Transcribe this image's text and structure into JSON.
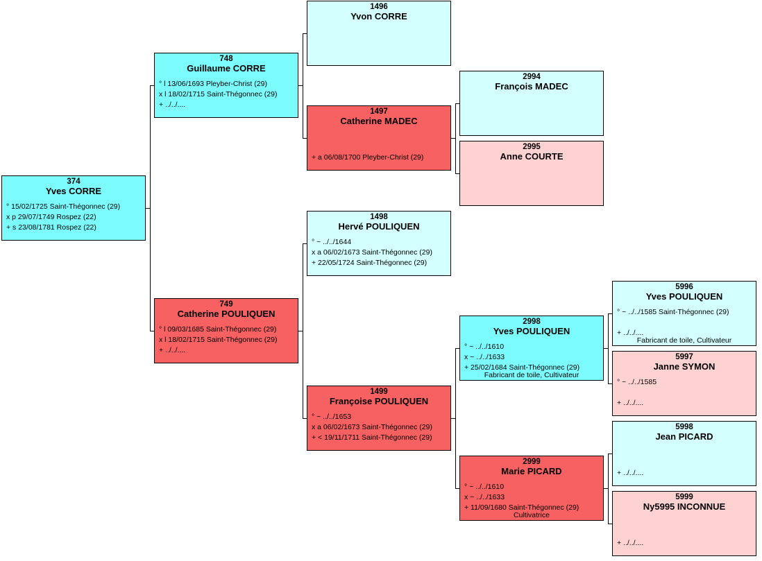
{
  "colors": {
    "male_main": "#7cfbfd",
    "male_light": "#d3ffff",
    "female_main": "#f86161",
    "female_light": "#ffd2d2",
    "border": "#000000",
    "connector": "#000000"
  },
  "people": [
    {
      "id": "p374",
      "num": "374",
      "name": "Yves CORRE",
      "color": "male_main",
      "lines": [
        "° 15/02/1725 Saint-Thégonnec (29)",
        "x p 29/07/1749 Rospez (22)",
        "+ s 23/08/1781 Rospez (22)"
      ]
    },
    {
      "id": "p748",
      "num": "748",
      "name": "Guillaume CORRE",
      "color": "male_main",
      "lines": [
        "° l 13/06/1693 Pleyber-Christ (29)",
        "x l 18/02/1715 Saint-Thégonnec (29)",
        "+ ../../...."
      ]
    },
    {
      "id": "p749",
      "num": "749",
      "name": "Catherine POULIQUEN",
      "color": "female_main",
      "lines": [
        "° l 09/03/1685 Saint-Thégonnec (29)",
        "x l 18/02/1715 Saint-Thégonnec (29)",
        "+ ../../...."
      ]
    },
    {
      "id": "p1496",
      "num": "1496",
      "name": "Yvon CORRE",
      "color": "male_light",
      "lines": []
    },
    {
      "id": "p1497",
      "num": "1497",
      "name": "Catherine MADEC",
      "color": "female_main",
      "lines": [
        "",
        "",
        "+ a 06/08/1700 Pleyber-Christ (29)"
      ]
    },
    {
      "id": "p1498",
      "num": "1498",
      "name": "Hervé POULIQUEN",
      "color": "male_light",
      "lines": [
        "° ~ ../../1644",
        "x a 06/02/1673 Saint-Thégonnec (29)",
        "+ 22/05/1724 Saint-Thégonnec (29)"
      ]
    },
    {
      "id": "p1499",
      "num": "1499",
      "name": "Françoise POULIQUEN",
      "color": "female_main",
      "lines": [
        "° ~ ../../1653",
        "x a 06/02/1673 Saint-Thégonnec (29)",
        "+ < 19/11/1711 Saint-Thégonnec (29)"
      ]
    },
    {
      "id": "p2994",
      "num": "2994",
      "name": "François MADEC",
      "color": "male_light",
      "lines": []
    },
    {
      "id": "p2995",
      "num": "2995",
      "name": "Anne COURTE",
      "color": "female_light",
      "lines": []
    },
    {
      "id": "p2998",
      "num": "2998",
      "name": "Yves POULIQUEN",
      "color": "male_main",
      "lines": [
        "° ~ ../../1610",
        "x ~ ../../1633",
        "+ 25/02/1684 Saint-Thégonnec (29)"
      ],
      "occupation": "Fabricant de toile, Cultivateur"
    },
    {
      "id": "p2999",
      "num": "2999",
      "name": "Marie PICARD",
      "color": "female_main",
      "lines": [
        "° ~ ../../1610",
        "x ~ ../../1633",
        "+ 11/09/1680 Saint-Thégonnec (29)"
      ],
      "occupation": "Cultivatrice"
    },
    {
      "id": "p5996",
      "num": "5996",
      "name": "Yves POULIQUEN",
      "color": "male_light",
      "lines": [
        "° ~ ../../1585 Saint-Thégonnec (29)",
        "",
        "+ ../../...."
      ],
      "occupation": "Fabricant de toile, Cultivateur"
    },
    {
      "id": "p5997",
      "num": "5997",
      "name": "Janne SYMON",
      "color": "female_light",
      "lines": [
        "° ~ ../../1585",
        "",
        "+ ../../...."
      ]
    },
    {
      "id": "p5998",
      "num": "5998",
      "name": "Jean PICARD",
      "color": "male_light",
      "lines": [
        "",
        "",
        "+ ../../...."
      ]
    },
    {
      "id": "p5999",
      "num": "5999",
      "name": "Ny5995 INCONNUE",
      "color": "female_light",
      "lines": [
        "",
        "",
        "+ ../../...."
      ]
    }
  ],
  "links": [
    {
      "child": "p374",
      "father": "p748",
      "mother": "p749"
    },
    {
      "child": "p748",
      "father": "p1496",
      "mother": "p1497"
    },
    {
      "child": "p749",
      "father": "p1498",
      "mother": "p1499"
    },
    {
      "child": "p1497",
      "father": "p2994",
      "mother": "p2995"
    },
    {
      "child": "p1499",
      "father": "p2998",
      "mother": "p2999"
    },
    {
      "child": "p2998",
      "father": "p5996",
      "mother": "p5997"
    },
    {
      "child": "p2999",
      "father": "p5998",
      "mother": "p5999"
    }
  ]
}
